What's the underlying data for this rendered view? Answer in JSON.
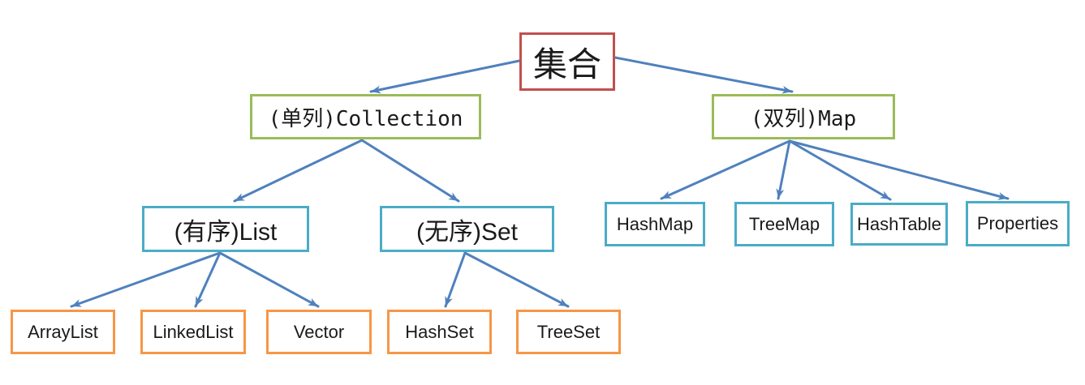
{
  "diagram": {
    "type": "tree",
    "description_visible_text_only": true,
    "nodes": {
      "root": {
        "label": "集合",
        "border_color": "#C0504D",
        "level": 1
      },
      "collection": {
        "label": "(单列)Collection",
        "border_color": "#9BBB59",
        "level": 2
      },
      "map": {
        "label": "(双列)Map",
        "border_color": "#9BBB59",
        "level": 2
      },
      "list": {
        "label": "(有序)List",
        "border_color": "#4BACC6",
        "level": 3
      },
      "set": {
        "label": "(无序)Set",
        "border_color": "#4BACC6",
        "level": 3
      },
      "hashmap": {
        "label": "HashMap",
        "border_color": "#4BACC6",
        "level": 3
      },
      "treemap": {
        "label": "TreeMap",
        "border_color": "#4BACC6",
        "level": 3
      },
      "hashtable": {
        "label": "HashTable",
        "border_color": "#4BACC6",
        "level": 3
      },
      "properties": {
        "label": "Properties",
        "border_color": "#4BACC6",
        "level": 3
      },
      "arraylist": {
        "label": "ArrayList",
        "border_color": "#F79646",
        "level": 4
      },
      "linkedlist": {
        "label": "LinkedList",
        "border_color": "#F79646",
        "level": 4
      },
      "vector": {
        "label": "Vector",
        "border_color": "#F79646",
        "level": 4
      },
      "hashset": {
        "label": "HashSet",
        "border_color": "#F79646",
        "level": 4
      },
      "treeset": {
        "label": "TreeSet",
        "border_color": "#F79646",
        "level": 4
      }
    },
    "edges": [
      {
        "from": "root",
        "to": "collection"
      },
      {
        "from": "root",
        "to": "map"
      },
      {
        "from": "collection",
        "to": "list"
      },
      {
        "from": "collection",
        "to": "set"
      },
      {
        "from": "map",
        "to": "hashmap"
      },
      {
        "from": "map",
        "to": "treemap"
      },
      {
        "from": "map",
        "to": "hashtable"
      },
      {
        "from": "map",
        "to": "properties"
      },
      {
        "from": "list",
        "to": "arraylist"
      },
      {
        "from": "list",
        "to": "linkedlist"
      },
      {
        "from": "list",
        "to": "vector"
      },
      {
        "from": "set",
        "to": "hashset"
      },
      {
        "from": "set",
        "to": "treeset"
      }
    ],
    "colors": {
      "arrow": "#4F81BD",
      "root_border": "#C0504D",
      "level2_border": "#9BBB59",
      "level3_border": "#4BACC6",
      "leaf_border": "#F79646",
      "background": "#FFFFFF",
      "text": "#1A1A1A"
    }
  }
}
